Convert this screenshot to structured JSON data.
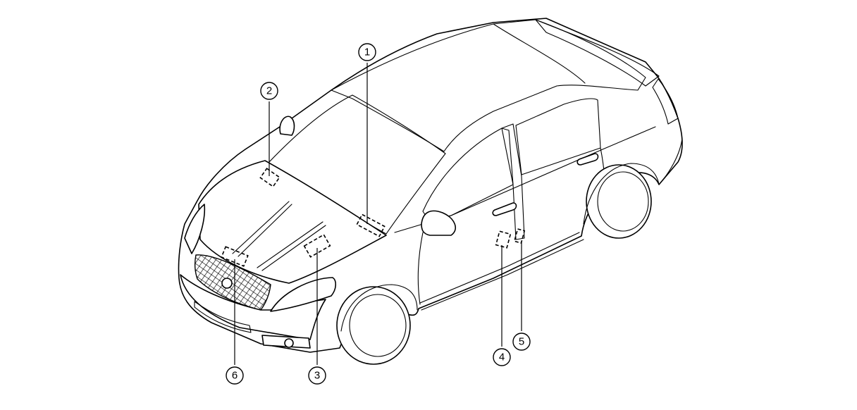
{
  "callouts": [
    {
      "id": "callout-1",
      "label": "1"
    },
    {
      "id": "callout-2",
      "label": "2"
    },
    {
      "id": "callout-3",
      "label": "3"
    },
    {
      "id": "callout-4",
      "label": "4"
    },
    {
      "id": "callout-5",
      "label": "5"
    },
    {
      "id": "callout-6",
      "label": "6"
    }
  ],
  "colors": {
    "line": "#000000",
    "background": "#ffffff"
  }
}
